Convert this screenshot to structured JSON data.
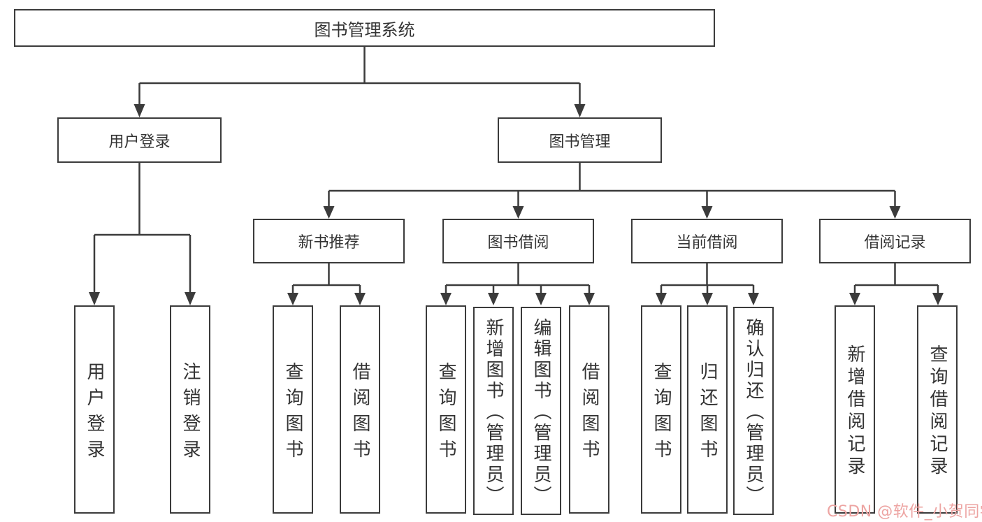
{
  "diagram": {
    "title": "图书管理系统",
    "theme": {
      "line_color": "#3b3b3b",
      "text_color": "#333333",
      "background": "#ffffff",
      "watermark_color": "#eda4a2"
    }
  },
  "nodes": {
    "root": {
      "label": "图书管理系统",
      "children": [
        {
          "label": "用户登录",
          "children": [
            {
              "label": "用户登录"
            },
            {
              "label": "注销登录"
            }
          ]
        },
        {
          "label": "图书管理",
          "children": [
            {
              "label": "新书推荐",
              "children": [
                {
                  "label": "查询图书"
                },
                {
                  "label": "借阅图书"
                }
              ]
            },
            {
              "label": "图书借阅",
              "children": [
                {
                  "label": "查询图书"
                },
                {
                  "label": "新增图书（管理员）"
                },
                {
                  "label": "编辑图书（管理员）"
                },
                {
                  "label": "借阅图书"
                }
              ]
            },
            {
              "label": "当前借阅",
              "children": [
                {
                  "label": "查询图书"
                },
                {
                  "label": "归还图书"
                },
                {
                  "label": "确认归还（管理员）"
                }
              ]
            },
            {
              "label": "借阅记录",
              "children": [
                {
                  "label": "新增借阅记录"
                },
                {
                  "label": "查询借阅记录"
                }
              ]
            }
          ]
        }
      ]
    }
  },
  "watermark": {
    "text": "CSDN @软件_小贺同学"
  }
}
